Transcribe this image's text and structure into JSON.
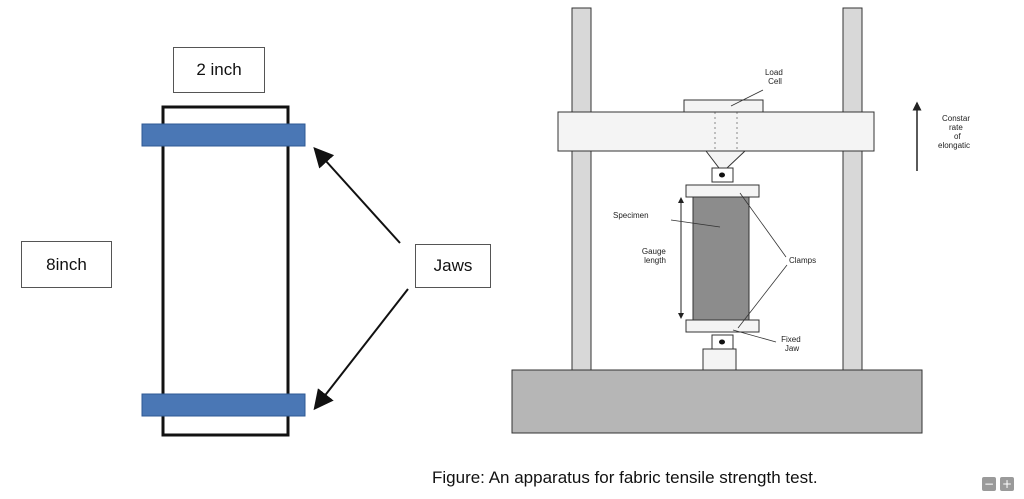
{
  "left_diagram": {
    "width_label": "2 inch",
    "length_label": "8inch",
    "jaws_label": "Jaws",
    "jaw_color": "#4a77b5"
  },
  "right_diagram": {
    "load_cell_label_line1": "Load",
    "load_cell_label_line2": "Cell",
    "rate_label_line1": "Constar",
    "rate_label_line2": "rate",
    "rate_label_line3": "of",
    "rate_label_line4": "elongatic",
    "specimen_label": "Specimen",
    "gauge_label_line1": "Gauge",
    "gauge_label_line2": "length",
    "clamps_label": "Clamps",
    "fixed_jaw_label_line1": "Fixed",
    "fixed_jaw_label_line2": "Jaw"
  },
  "caption": "Figure: An apparatus for fabric tensile strength test.",
  "controls": {
    "zoom_out_label": "−",
    "zoom_in_label": "+"
  }
}
